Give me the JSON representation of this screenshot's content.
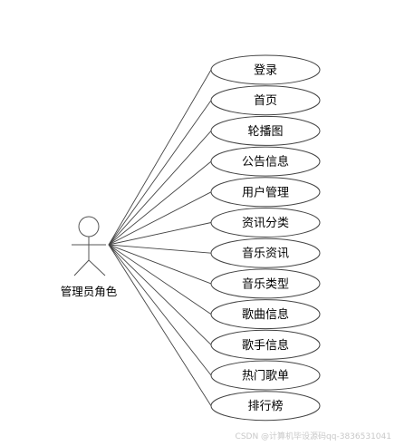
{
  "diagram": {
    "actor": {
      "name": "管理员角色",
      "icon": "stick-figure-icon"
    },
    "use_cases": [
      "登录",
      "首页",
      "轮播图",
      "公告信息",
      "用户管理",
      "资讯分类",
      "音乐资讯",
      "音乐类型",
      "歌曲信息",
      "歌手信息",
      "热门歌单",
      "排行榜"
    ]
  },
  "watermark": "CSDN @计算机毕设源码qq-3836531041"
}
